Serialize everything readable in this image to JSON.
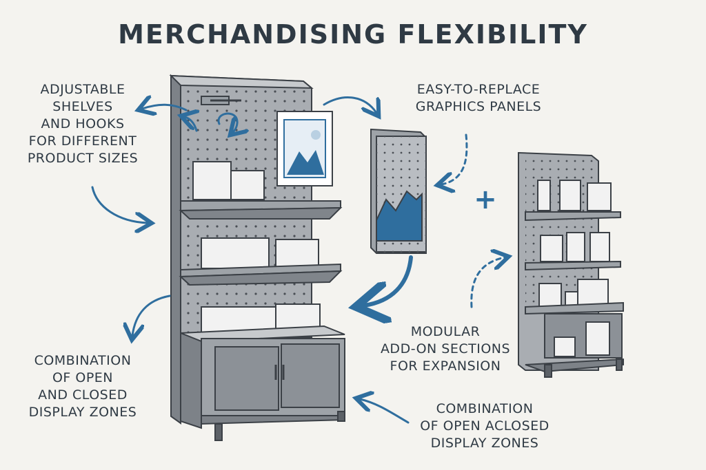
{
  "title": "MERCHANDISING FLEXIBILITY",
  "callouts": {
    "adjustable": [
      "ADJUSTABLE",
      "SHELVES",
      "AND HOOKS",
      "FOR DIFFERENT",
      "PRODUCT SIZES"
    ],
    "graphics": [
      "EASY-TO-REPLACE",
      "GRAPHICS PANELS"
    ],
    "combination_left": [
      "COMBINATION",
      "OF OPEN",
      "AND CLOSED",
      "DISPLAY ZONES"
    ],
    "modular": [
      "MODULAR",
      "ADD-ON SECTIONS",
      "FOR EXPANSION"
    ],
    "combination_bottom": [
      "COMBINATION",
      "OF OPEN ACLOSED",
      "DISPLAY ZONES"
    ]
  },
  "plus_sign": "+",
  "icons": {
    "graphic_image": "mountain-picture-icon",
    "hook": "hook-icon"
  },
  "colors": {
    "background": "#f4f3ef",
    "ink": "#2f3a44",
    "accent": "#2f6e9e",
    "steel": "#8a8f96",
    "steel_light": "#b9bdc2",
    "box": "#f2f2f2"
  }
}
